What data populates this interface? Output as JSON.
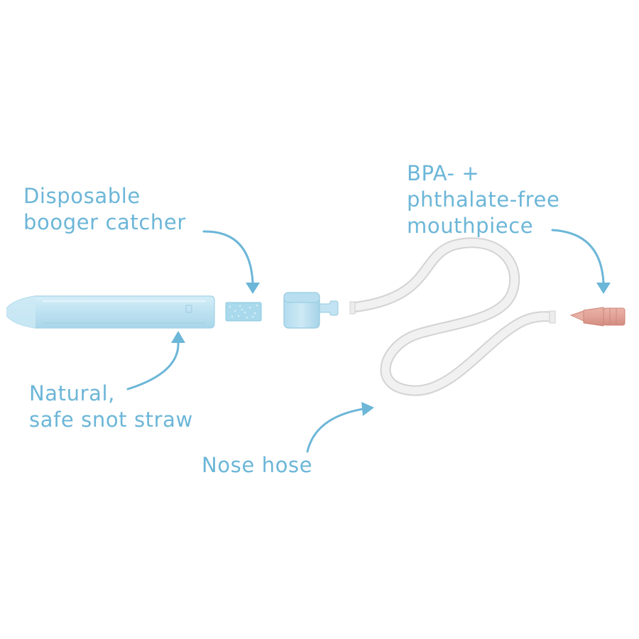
{
  "colors": {
    "accent": "#6cb6d8",
    "straw": "#bfe3f2",
    "hose": "#eeeeee",
    "mouthpiece": "#e2a296"
  },
  "labels": {
    "booger_catcher": {
      "line1": "Disposable",
      "line2": "booger catcher"
    },
    "snot_straw": {
      "line1": "Natural,",
      "line2": "safe snot straw"
    },
    "nose_hose": {
      "line1": "Nose hose"
    },
    "mouthpiece": {
      "line1": "BPA- +",
      "line2": "phthalate-free",
      "line3": "mouthpiece"
    }
  }
}
